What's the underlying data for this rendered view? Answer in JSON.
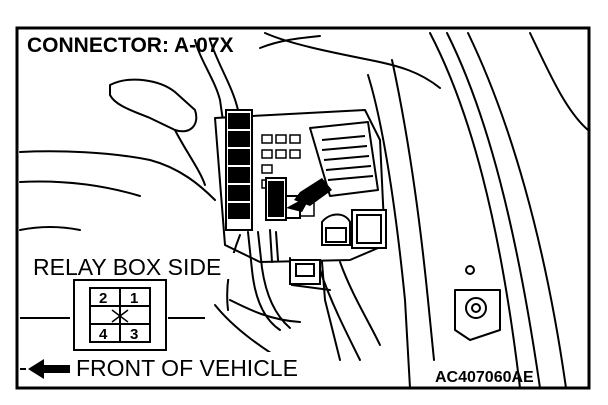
{
  "figure": {
    "title": "CONNECTOR: A-07X",
    "relay_box_label": "RELAY BOX SIDE",
    "front_label": "FRONT OF VEHICLE",
    "figure_code": "AC407060AE",
    "connector_pins": [
      "2",
      "1",
      "4",
      "3"
    ]
  },
  "colors": {
    "line": "#000000",
    "background": "#ffffff"
  }
}
